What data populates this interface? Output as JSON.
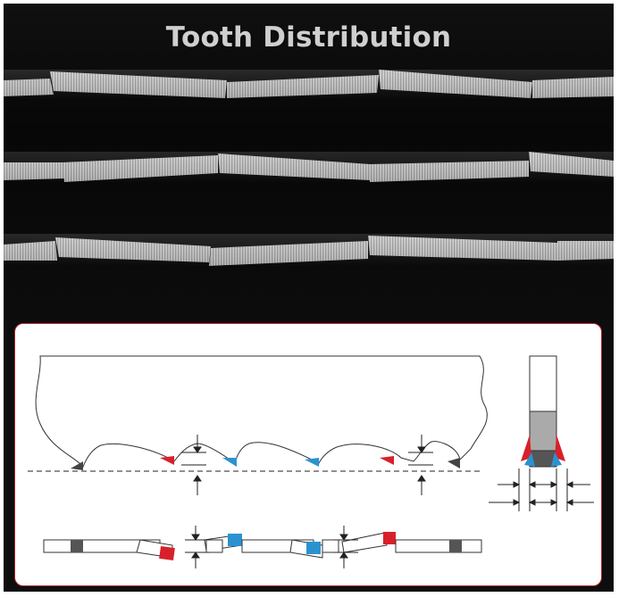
{
  "title": "Tooth Distribution",
  "colors": {
    "background": "#0d0d0d",
    "card_border": "#b2262a",
    "red_tooth": "#d8202a",
    "blue_tooth": "#2a93cf",
    "dark_tooth": "#555555",
    "blade_metal": "#c9c9c9"
  },
  "icons": {
    "double_arrow": "vertical-dimension-arrows",
    "set_width_arrows": "horizontal-dimension-arrows"
  }
}
